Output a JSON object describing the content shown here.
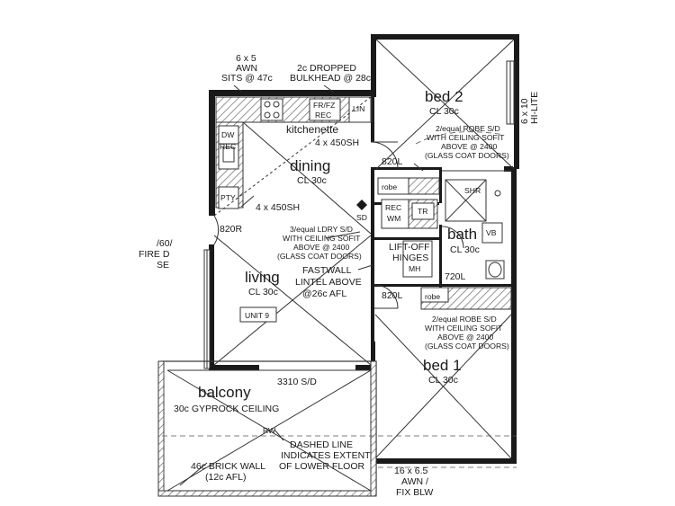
{
  "rooms": {
    "bed2": {
      "name": "bed 2",
      "ceiling": "CL 30c"
    },
    "kitchenette": {
      "name": "kitchenette",
      "window": "4 x 450SH"
    },
    "dining": {
      "name": "dining",
      "ceiling": "CL 30c"
    },
    "living": {
      "name": "living",
      "ceiling": "CL 30c"
    },
    "bath": {
      "name": "bath",
      "ceiling": "CL 30c"
    },
    "bed1": {
      "name": "bed 1",
      "ceiling": "CL 30c"
    },
    "balcony": {
      "name": "balcony",
      "ceiling": "30c GYPROCK CEILING"
    }
  },
  "fixtures": {
    "frfz": "FR/FZ",
    "rec": "REC",
    "lin": "LIN",
    "dw": "DW",
    "rec2": "REC",
    "pty": "PTY",
    "robe": "robe",
    "rec_wm_1": "REC",
    "rec_wm_2": "WM",
    "tr": "TR",
    "shr": "SHR",
    "vb": "VB",
    "mh": "MH",
    "robe2": "robe",
    "sd": "SD",
    "rw": "RW"
  },
  "notes": {
    "awn_top_1": "6 x 5",
    "awn_top_2": "AWN",
    "awn_top_3": "SITS @ 47c",
    "bulkhead_1": "2c DROPPED",
    "bulkhead_2": "BULKHEAD @ 28c",
    "hilite_1": "6 x 10",
    "hilite_2": "HI-LITE",
    "robe_sd_1": "2/equal ROBE S/D",
    "robe_sd_2": "WITH CEILING SOFIT",
    "robe_sd_3": "ABOVE @ 2400",
    "robe_sd_4": "(GLASS COAT DOORS)",
    "door_820l_top": "820L",
    "window_pty": "4 x 450SH",
    "door_820r": "820R",
    "fire_1": "/60/",
    "fire_2": "FIRE D",
    "fire_3": "SE",
    "ldry_1": "3/equal LDRY S/D",
    "ldry_2": "WITH CEILING SOFIT",
    "ldry_3": "ABOVE @ 2400",
    "ldry_4": "(GLASS COAT DOORS)",
    "liftoff_1": "LIFT-OFF",
    "liftoff_2": "HINGES",
    "fastwall_1": "FASTWALL",
    "fastwall_2": "LINTEL ABOVE",
    "fastwall_3": "@26c AFL",
    "door_720l": "720L",
    "door_820l_mid": "820L",
    "unit": "UNIT 9",
    "robe2_sd_1": "2/equal ROBE S/D",
    "robe2_sd_2": "WITH CEILING SOFIT",
    "robe2_sd_3": "ABOVE @ 2400",
    "robe2_sd_4": "(GLASS COAT DOORS)",
    "balcony_sd": "3310 S/D",
    "dashed_1": "DASHED LINE",
    "dashed_2": "INDICATES EXTENT",
    "dashed_3": "OF LOWER FLOOR",
    "brick_1": "46c BRICK WALL",
    "brick_2": "(12c AFL)",
    "awn_bot_1": "16 x 6.5",
    "awn_bot_2": "AWN /",
    "awn_bot_3": "FIX BLW"
  }
}
